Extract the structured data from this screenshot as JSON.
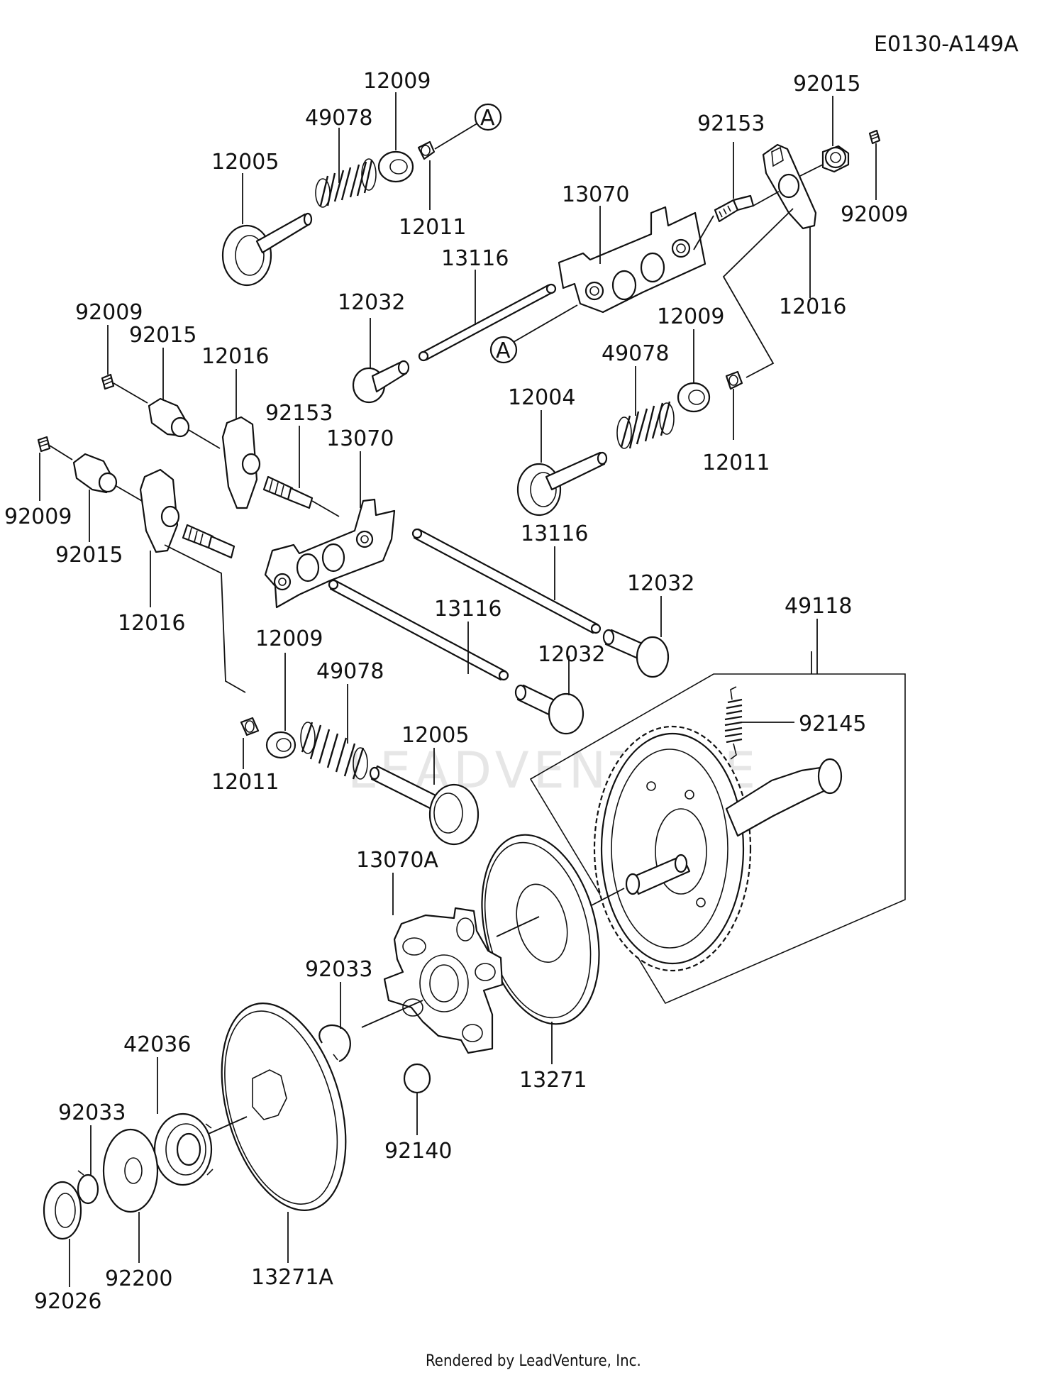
{
  "figure_code": "E0130-A149A",
  "footer": "Rendered by LeadVenture, Inc.",
  "watermark": "LEADVENTURE",
  "callout_marker": "A",
  "labels": {
    "p12009_a": "12009",
    "p49078_a": "49078",
    "p12005_a": "12005",
    "p12011_a": "12011",
    "p92015_a": "92015",
    "p92153_a": "92153",
    "p92009_a": "92009",
    "p13070_a": "13070",
    "p13116_a": "13116",
    "p12016_a": "12016",
    "p12032_a": "12032",
    "p12009_b": "12009",
    "p49078_b": "49078",
    "p12004": "12004",
    "p12011_b": "12011",
    "p92009_b": "92009",
    "p92015_b": "92015",
    "p12016_b": "12016",
    "p92153_b": "92153",
    "p13070_b": "13070",
    "p92009_c": "92009",
    "p92015_c": "92015",
    "p12016_c": "12016",
    "p13116_b": "13116",
    "p12032_b": "12032",
    "p49118": "49118",
    "p13116_c": "13116",
    "p12032_c": "12032",
    "p12009_c": "12009",
    "p49078_c": "49078",
    "p92145": "92145",
    "p12005_b": "12005",
    "p12011_c": "12011",
    "p13070A": "13070A",
    "p92033_a": "92033",
    "p42036": "42036",
    "p13271": "13271",
    "p92033_b": "92033",
    "p92140": "92140",
    "p13271A": "13271A",
    "p92200": "92200",
    "p92026": "92026"
  }
}
